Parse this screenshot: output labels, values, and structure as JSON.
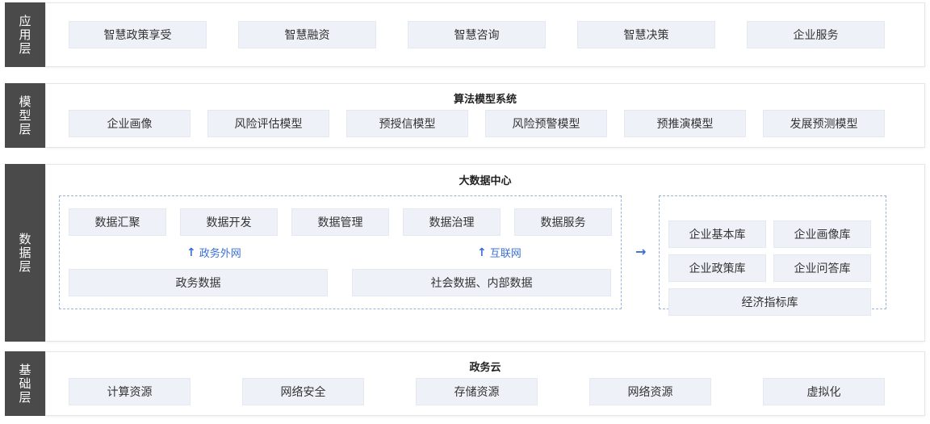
{
  "layers": {
    "app": {
      "label": [
        "应",
        "用",
        "层"
      ],
      "items": [
        "智慧政策享受",
        "智慧融资",
        "智慧咨询",
        "智慧决策",
        "企业服务"
      ]
    },
    "model": {
      "label": [
        "模",
        "型",
        "层"
      ],
      "title": "算法模型系统",
      "items": [
        "企业画像",
        "风险评估模型",
        "预授信模型",
        "风险预警模型",
        "预推演模型",
        "发展预测模型"
      ]
    },
    "data": {
      "label": [
        "数",
        "据",
        "层"
      ],
      "title": "大数据中心",
      "ops": [
        "数据汇聚",
        "数据开发",
        "数据管理",
        "数据治理",
        "数据服务"
      ],
      "gov_net": "政务外网",
      "internet": "互联网",
      "gov_data": "政务数据",
      "social_data": "社会数据、内部数据",
      "libraries": [
        "企业基本库",
        "企业画像库",
        "企业政策库",
        "企业问答库",
        "经济指标库"
      ]
    },
    "base": {
      "label": [
        "基",
        "础",
        "层"
      ],
      "title": "政务云",
      "items": [
        "计算资源",
        "网络安全",
        "存储资源",
        "网络资源",
        "虚拟化"
      ]
    }
  },
  "colors": {
    "rail": "#4a4a4a",
    "box": "#eef2f8",
    "accent": "#3b6fd4",
    "dashed": "#9ab3dc"
  },
  "icons": {
    "up_arrow": "up-arrow-icon",
    "right_arrow": "right-arrow-icon"
  }
}
